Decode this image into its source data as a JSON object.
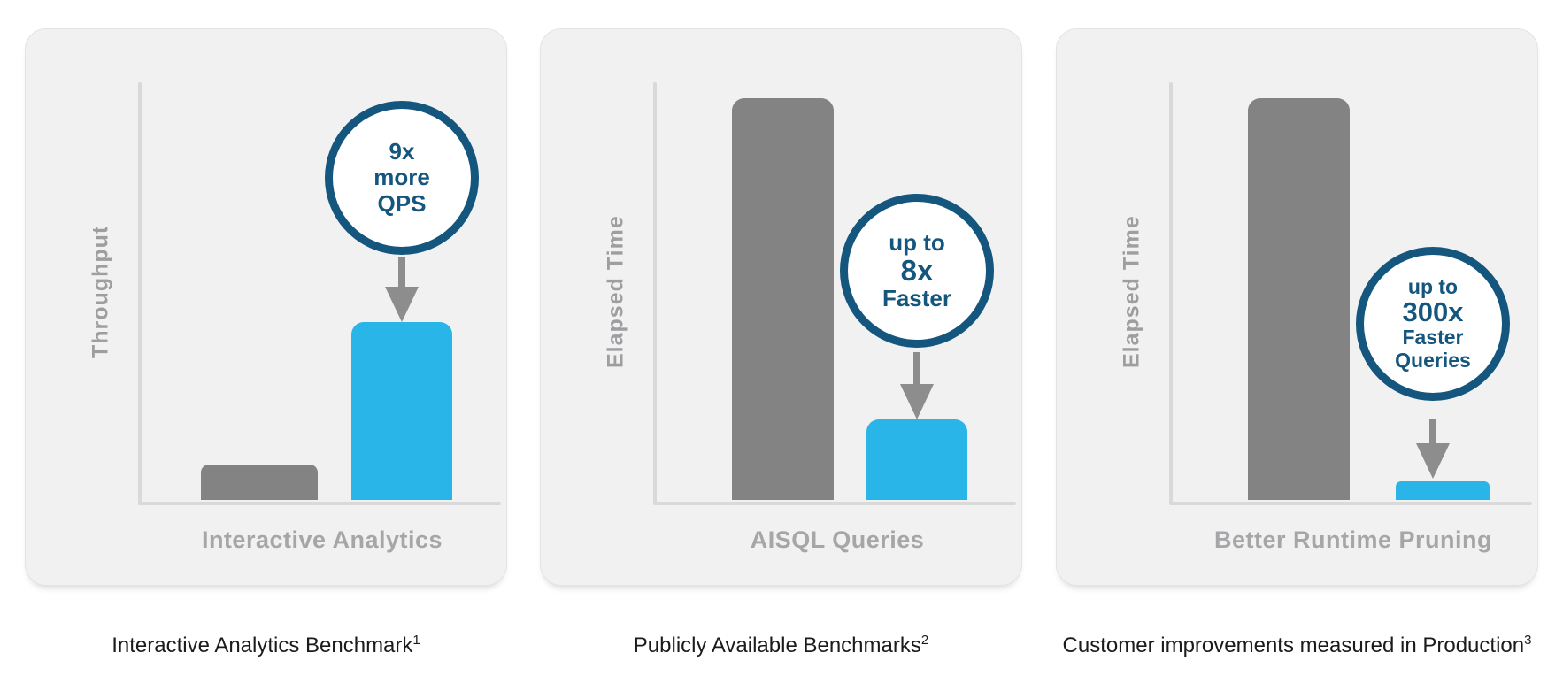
{
  "colors": {
    "blue_bar": "#29b5e8",
    "gray_bar": "#838384",
    "badge_blue": "#14567d",
    "axis_line": "#d9d9da",
    "axis_label_gray": "#9e9ea0",
    "arrow_gray": "#8d8d8e",
    "card_background": "#f1f1f2",
    "caption_text": "#1b1b1b"
  },
  "chart_data": [
    {
      "type": "bar",
      "ylabel": "Throughput",
      "xlabel": "Interactive Analytics",
      "bars": [
        {
          "name": "gray_bar",
          "height_frac": 0.085
        },
        {
          "name": "blue_bar",
          "height_frac": 0.424
        }
      ],
      "badge_lines": [
        {
          "text": "9x"
        },
        {
          "text": "more"
        },
        {
          "text": "QPS"
        }
      ],
      "annotation": "9x more QPS",
      "caption": {
        "text": "Interactive Analytics Benchmark",
        "sup": "1"
      }
    },
    {
      "type": "bar",
      "ylabel": "Elapsed Time",
      "xlabel": "AISQL Queries",
      "bars": [
        {
          "name": "gray_bar",
          "height_frac": 0.958
        },
        {
          "name": "blue_bar",
          "height_frac": 0.192
        }
      ],
      "badge_lines": [
        {
          "text": "up to"
        },
        {
          "text": "8x"
        },
        {
          "text": "Faster"
        }
      ],
      "annotation": "up to 8x Faster",
      "caption": {
        "text": "Publicly Available Benchmarks",
        "sup": "2"
      }
    },
    {
      "type": "bar",
      "ylabel": "Elapsed Time",
      "xlabel": "Better Runtime Pruning",
      "bars": [
        {
          "name": "gray_bar",
          "height_frac": 0.958
        },
        {
          "name": "blue_bar",
          "height_frac": 0.044
        }
      ],
      "badge_lines": [
        {
          "text": "up to"
        },
        {
          "text": "300x"
        },
        {
          "text": "Faster"
        },
        {
          "text": "Queries"
        }
      ],
      "annotation": "up to 300x Faster Queries",
      "caption": {
        "text": "Customer improvements measured in Production",
        "sup": "3"
      }
    }
  ]
}
